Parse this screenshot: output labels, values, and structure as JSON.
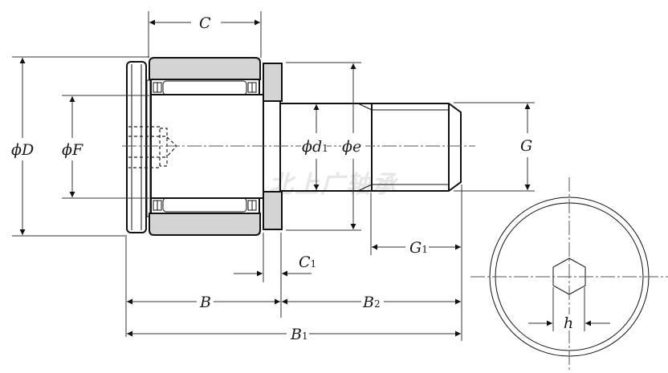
{
  "title": "Stud type track roller (cam follower) dimension drawing",
  "watermark": "北上广轴承",
  "colors": {
    "line": "#111111",
    "section_fill": "#d4d4d4",
    "watermark": "#e6e6e6",
    "background": "#ffffff"
  },
  "dimensions": {
    "C": {
      "symbol": "C",
      "subscript": ""
    },
    "D": {
      "prefix": "ϕ",
      "symbol": "D",
      "subscript": ""
    },
    "F": {
      "prefix": "ϕ",
      "symbol": "F",
      "subscript": ""
    },
    "d1": {
      "prefix": "ϕ",
      "symbol": "d",
      "subscript": "1"
    },
    "e": {
      "prefix": "ϕ",
      "symbol": "e",
      "subscript": ""
    },
    "G": {
      "symbol": "G",
      "subscript": ""
    },
    "G1": {
      "symbol": "G",
      "subscript": "1"
    },
    "C1": {
      "symbol": "C",
      "subscript": "1"
    },
    "B": {
      "symbol": "B",
      "subscript": ""
    },
    "B2": {
      "symbol": "B",
      "subscript": "2"
    },
    "B1": {
      "symbol": "B",
      "subscript": "1"
    },
    "h": {
      "symbol": "h",
      "subscript": ""
    }
  },
  "views": {
    "side_view": "side-section-view",
    "end_view": "end-view-hex-socket"
  }
}
